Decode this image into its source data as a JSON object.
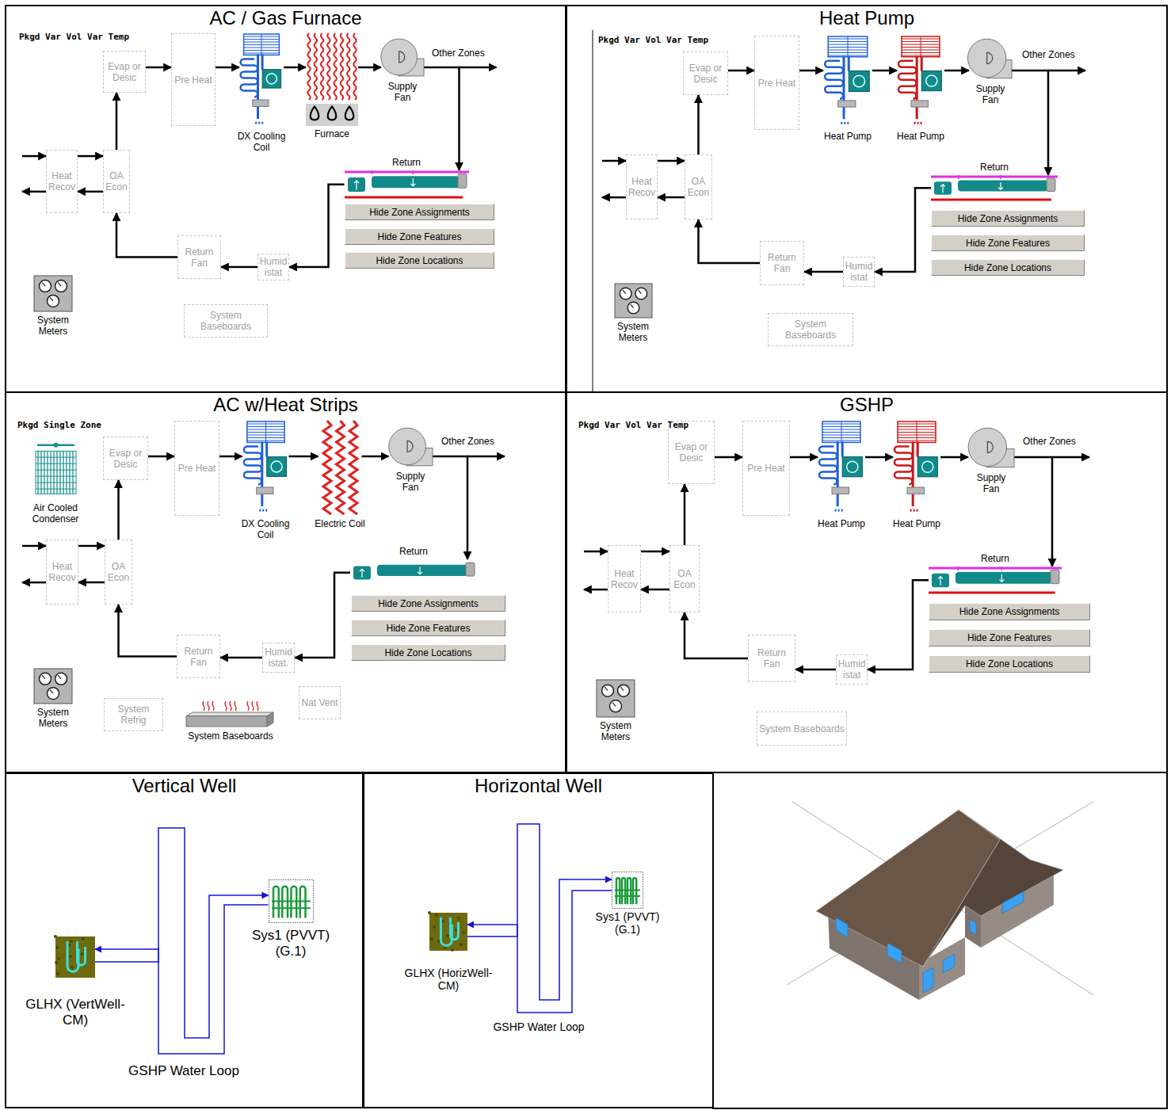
{
  "diagram": {
    "nodes": [
      {
        "text": [
          "AC / Gas Furnace"
        ]
      },
      {
        "text": [
          "Evap or Desic"
        ],
        "in": 0
      },
      {
        "text": [
          "Pre Heat"
        ],
        "in": 0
      },
      {
        "text": [
          "DX Cooling Coil"
        ],
        "in": 0
      },
      {
        "text": [
          "Furnace"
        ],
        "in": 0
      },
      {
        "text": [
          "Supply Fan"
        ],
        "in": 0
      },
      {
        "text": [
          "Heat Recov"
        ],
        "in": 0
      },
      {
        "text": [
          "OA Econ"
        ],
        "in": 0
      },
      {
        "text": [
          "Return"
        ],
        "in": 0
      },
      {
        "text": [
          "Hide Zone Assignments"
        ],
        "in": 0
      },
      {
        "text": [
          "Hide Zone Features"
        ],
        "in": 0
      },
      {
        "text": [
          "Hide Zone Locations"
        ],
        "in": 0
      },
      {
        "text": [
          "Return Fan"
        ],
        "in": 0
      },
      {
        "text": [
          "Humid istat"
        ],
        "in": 0
      },
      {
        "text": [
          "System Meters"
        ],
        "in": 0
      },
      {
        "text": [
          "System Baseboards"
        ],
        "in": 0
      },
      {
        "text": [
          "Heat Pump"
        ]
      },
      {
        "text": [
          "Evap or Desic"
        ],
        "in": 16
      },
      {
        "text": [
          "Pre Heat"
        ],
        "in": 16
      },
      {
        "text": [
          "Heat Pump"
        ],
        "in": 16
      },
      {
        "text": [
          "Heat Pump"
        ],
        "in": 16
      },
      {
        "text": [
          "Supply Fan"
        ],
        "in": 16
      },
      {
        "text": [
          "Heat Recov"
        ],
        "in": 16
      },
      {
        "text": [
          "OA Econ"
        ],
        "in": 16
      },
      {
        "text": [
          "Return"
        ],
        "in": 16
      },
      {
        "text": [
          "Hide Zone Assignments"
        ],
        "in": 16
      },
      {
        "text": [
          "Hide Zone Features"
        ],
        "in": 16
      },
      {
        "text": [
          "Hide Zone Locations"
        ],
        "in": 16
      },
      {
        "text": [
          "Return Fan"
        ],
        "in": 16
      },
      {
        "text": [
          "Humid istat"
        ],
        "in": 16
      },
      {
        "text": [
          "System Meters"
        ],
        "in": 16
      },
      {
        "text": [
          "System Baseboards"
        ],
        "in": 16
      },
      {
        "text": [
          "AC w/Heat Strips"
        ]
      },
      {
        "text": [
          "Air Cooled Condenser"
        ],
        "in": 32
      },
      {
        "text": [
          "Evap or Desic"
        ],
        "in": 32
      },
      {
        "text": [
          "Pre Heat"
        ],
        "in": 32
      },
      {
        "text": [
          "DX Cooling Coil"
        ],
        "in": 32
      },
      {
        "text": [
          "Electric Coil"
        ],
        "in": 32
      },
      {
        "text": [
          "Supply Fan"
        ],
        "in": 32
      },
      {
        "text": [
          "Heat Recov"
        ],
        "in": 32
      },
      {
        "text": [
          "OA Econ"
        ],
        "in": 32
      },
      {
        "text": [
          "Return"
        ],
        "in": 32
      },
      {
        "text": [
          "Hide Zone Assignments"
        ],
        "in": 32
      },
      {
        "text": [
          "Hide Zone Features"
        ],
        "in": 32
      },
      {
        "text": [
          "Hide Zone Locations"
        ],
        "in": 32
      },
      {
        "text": [
          "Return Fan"
        ],
        "in": 32
      },
      {
        "text": [
          "Humid istat."
        ],
        "in": 32
      },
      {
        "text": [
          "System Meters"
        ],
        "in": 32
      },
      {
        "text": [
          "System Refrig"
        ],
        "in": 32
      },
      {
        "text": [
          "System Baseboards"
        ],
        "in": 32
      },
      {
        "text": [
          "Nat Vent"
        ],
        "in": 32
      },
      {
        "text": [
          "GSHP"
        ]
      },
      {
        "text": [
          "Evap or Desic"
        ],
        "in": 51
      },
      {
        "text": [
          "Pre Heat"
        ],
        "in": 51
      },
      {
        "text": [
          "Heat Pump"
        ],
        "in": 51
      },
      {
        "text": [
          "Heat Pump"
        ],
        "in": 51
      },
      {
        "text": [
          "Supply Fan"
        ],
        "in": 51
      },
      {
        "text": [
          "Heat Recov"
        ],
        "in": 51
      },
      {
        "text": [
          "OA Econ"
        ],
        "in": 51
      },
      {
        "text": [
          "Return"
        ],
        "in": 51
      },
      {
        "text": [
          "Hide Zone Assignments"
        ],
        "in": 51
      },
      {
        "text": [
          "Hide Zone Features"
        ],
        "in": 51
      },
      {
        "text": [
          "Hide Zone Locations"
        ],
        "in": 51
      },
      {
        "text": [
          "Return Fan"
        ],
        "in": 51
      },
      {
        "text": [
          "Humid istat"
        ],
        "in": 51
      },
      {
        "text": [
          "System Meters"
        ],
        "in": 51
      },
      {
        "text": [
          "System Baseboards"
        ],
        "in": 51
      },
      {
        "text": [
          "Vertical Well"
        ]
      },
      {
        "text": [
          "GLHX (VertWell-CM)"
        ],
        "in": 67
      },
      {
        "text": [
          "Sys1 (PVVT) (G.1)"
        ],
        "in": 67
      },
      {
        "text": [
          "Horizontal Well"
        ]
      },
      {
        "text": [
          "GLHX (HorizWell-CM)"
        ],
        "in": 70
      },
      {
        "text": [
          "Sys1 (PVVT) (G.1)"
        ],
        "in": 70
      }
    ],
    "edges": [
      {
        "from": 1,
        "to": 2,
        "arrow": "to"
      },
      {
        "from": 2,
        "to": 3,
        "arrow": "to"
      },
      {
        "from": 3,
        "to": 4,
        "arrow": "to"
      },
      {
        "from": 4,
        "to": 5,
        "arrow": "to"
      },
      {
        "from": 5,
        "to": 8,
        "arrow": "to"
      },
      {
        "from": 8,
        "to": 13,
        "arrow": "to"
      },
      {
        "from": 13,
        "to": 12,
        "arrow": "to"
      },
      {
        "from": 12,
        "to": 7,
        "arrow": "to"
      },
      {
        "from": 7,
        "to": 1,
        "arrow": "to"
      },
      {
        "from": 6,
        "to": 7,
        "arrow": "to"
      },
      {
        "from": 7,
        "to": 6,
        "arrow": "to"
      },
      {
        "from": 17,
        "to": 18,
        "arrow": "to"
      },
      {
        "from": 18,
        "to": 19,
        "arrow": "to"
      },
      {
        "from": 19,
        "to": 20,
        "arrow": "to"
      },
      {
        "from": 20,
        "to": 21,
        "arrow": "to"
      },
      {
        "from": 21,
        "to": 24,
        "arrow": "to"
      },
      {
        "from": 24,
        "to": 29,
        "arrow": "to"
      },
      {
        "from": 29,
        "to": 28,
        "arrow": "to"
      },
      {
        "from": 28,
        "to": 23,
        "arrow": "to"
      },
      {
        "from": 23,
        "to": 17,
        "arrow": "to"
      },
      {
        "from": 22,
        "to": 23,
        "arrow": "to"
      },
      {
        "from": 23,
        "to": 22,
        "arrow": "to"
      },
      {
        "from": 34,
        "to": 35,
        "arrow": "to"
      },
      {
        "from": 35,
        "to": 36,
        "arrow": "to"
      },
      {
        "from": 36,
        "to": 37,
        "arrow": "to"
      },
      {
        "from": 37,
        "to": 38,
        "arrow": "to"
      },
      {
        "from": 38,
        "to": 41,
        "arrow": "to"
      },
      {
        "from": 41,
        "to": 46,
        "arrow": "to"
      },
      {
        "from": 46,
        "to": 45,
        "arrow": "to"
      },
      {
        "from": 45,
        "to": 40,
        "arrow": "to"
      },
      {
        "from": 40,
        "to": 34,
        "arrow": "to"
      },
      {
        "from": 39,
        "to": 40,
        "arrow": "to"
      },
      {
        "from": 40,
        "to": 39,
        "arrow": "to"
      },
      {
        "from": 52,
        "to": 53,
        "arrow": "to"
      },
      {
        "from": 53,
        "to": 54,
        "arrow": "to"
      },
      {
        "from": 54,
        "to": 55,
        "arrow": "to"
      },
      {
        "from": 55,
        "to": 56,
        "arrow": "to"
      },
      {
        "from": 56,
        "to": 59,
        "arrow": "to"
      },
      {
        "from": 59,
        "to": 64,
        "arrow": "to"
      },
      {
        "from": 64,
        "to": 63,
        "arrow": "to"
      },
      {
        "from": 63,
        "to": 58,
        "arrow": "to"
      },
      {
        "from": 58,
        "to": 52,
        "arrow": "to"
      },
      {
        "from": 57,
        "to": 58,
        "arrow": "to"
      },
      {
        "from": 58,
        "to": 57,
        "arrow": "to"
      },
      {
        "from": 68,
        "to": 69,
        "arrow": "to"
      },
      {
        "from": 69,
        "to": 68,
        "arrow": "to"
      },
      {
        "from": 71,
        "to": 72,
        "arrow": "to"
      },
      {
        "from": 72,
        "to": 71,
        "arrow": "to"
      }
    ],
    "labels": [
      "Pkgd Var Vol Var Temp",
      "Other Zones",
      "Pkgd Var Vol Var Temp",
      "Other Zones",
      "Pkgd Single Zone",
      "Other Zones",
      "Pkgd Var Vol Var Temp",
      "Other Zones",
      "GSHP Water Loop",
      "GSHP Water Loop"
    ]
  }
}
